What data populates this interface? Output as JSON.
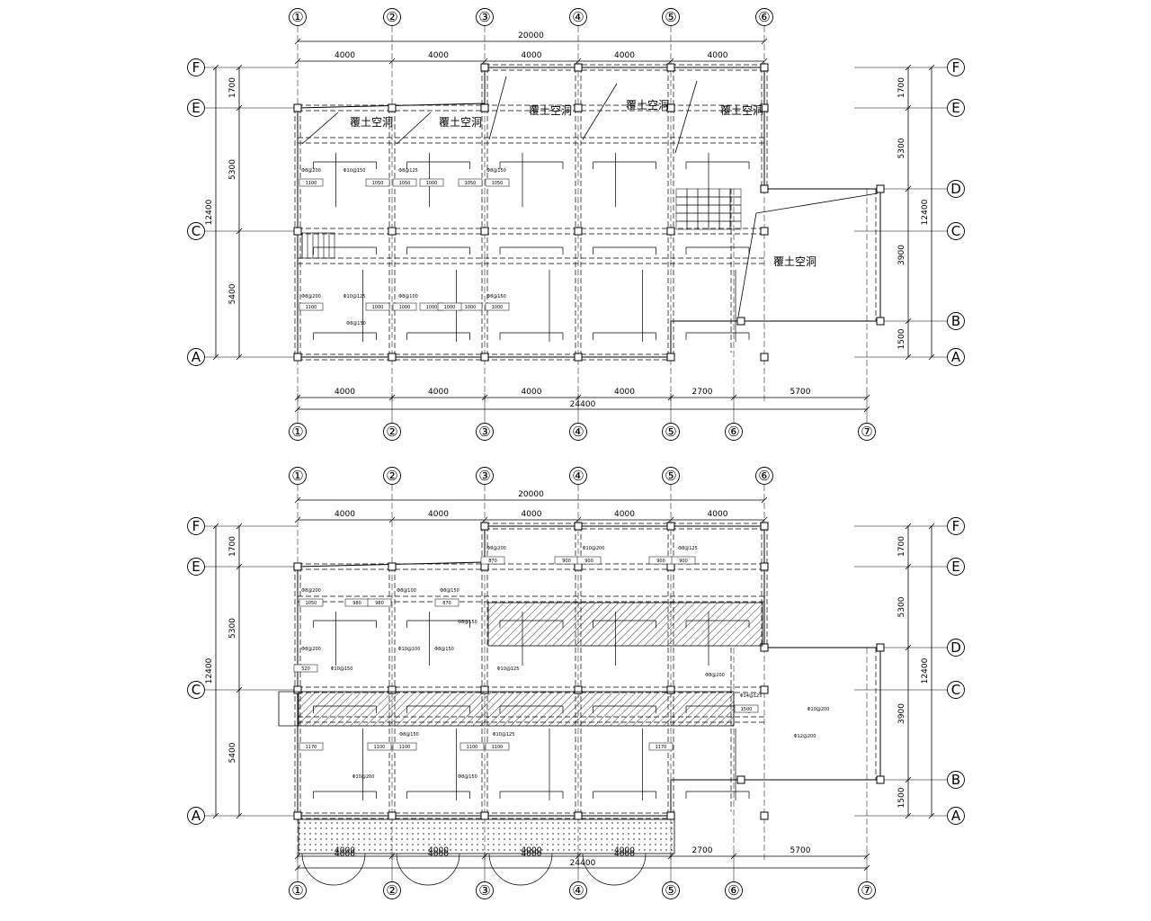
{
  "plans": [
    {
      "top_grid": [
        "①",
        "②",
        "③",
        "④",
        "⑤",
        "⑥"
      ],
      "bottom_grid": [
        "①",
        "②",
        "③",
        "④",
        "⑤",
        "⑥",
        "⑦"
      ],
      "left_rows": [
        "F",
        "E",
        "C",
        "A"
      ],
      "right_rows": [
        "F",
        "E",
        "D",
        "C",
        "B",
        "A"
      ],
      "top_total": "20000",
      "top_spans": [
        "4000",
        "4000",
        "4000",
        "4000",
        "4000"
      ],
      "bottom_spans": [
        "4000",
        "4000",
        "4000",
        "4000",
        "2700",
        "5700"
      ],
      "bottom_total": "24400",
      "left_rows_dims": [
        "1700",
        "5300",
        "5400"
      ],
      "left_total": "12400",
      "right_rows_dims": [
        "1700",
        "5300",
        "3900",
        "1500"
      ],
      "right_total": "12400",
      "cavity_label": "覆土空洞"
    },
    {
      "top_grid": [
        "①",
        "②",
        "③",
        "④",
        "⑤",
        "⑥"
      ],
      "bottom_grid": [
        "①",
        "②",
        "③",
        "④",
        "⑤",
        "⑥",
        "⑦"
      ],
      "left_rows": [
        "F",
        "E",
        "C",
        "A"
      ],
      "right_rows": [
        "F",
        "E",
        "D",
        "C",
        "B",
        "A"
      ],
      "top_total": "20000",
      "top_spans": [
        "4000",
        "4000",
        "4000",
        "4000",
        "4000"
      ],
      "bottom_spans": [
        "4000",
        "4000",
        "4000",
        "4000",
        "2700",
        "5700"
      ],
      "bottom_total": "24400",
      "left_rows_dims": [
        "1700",
        "5300",
        "5400"
      ],
      "left_total": "12400",
      "right_rows_dims": [
        "1700",
        "5300",
        "3900",
        "1500"
      ],
      "right_total": "12400",
      "bottom_inner_spans": [
        "4000",
        "4000",
        "4000",
        "4000"
      ]
    }
  ],
  "rebar": {
    "p1": [
      "Φ8@200",
      "Φ10@150",
      "Φ8@125",
      "Φ8@150",
      "Φ10@125",
      "Φ8@200",
      "Φ8@100",
      "Φ8@150",
      "Φ8@150"
    ],
    "p1_len": [
      "1100",
      "1050",
      "1050",
      "1050",
      "1050",
      "1000",
      "1100",
      "1000",
      "1000",
      "1000",
      "1000",
      "1000",
      "1000"
    ],
    "p2": [
      "Φ8@200",
      "Φ10@200",
      "Φ8@125",
      "Φ8@200",
      "Φ8@100",
      "Φ8@150",
      "Φ8@150",
      "Φ10@150",
      "Φ8@200",
      "Φ10@100",
      "Φ8@150",
      "Φ10@125",
      "Φ8@200",
      "Φ10@200",
      "Φ12@200",
      "Φ14@125",
      "Φ10@125",
      "Φ8@150",
      "Φ8@150",
      "Φ10@200"
    ],
    "p2_len": [
      "870",
      "900",
      "900",
      "900",
      "900",
      "1050",
      "980",
      "980",
      "870",
      "1100",
      "1100",
      "1100",
      "1100",
      "1170",
      "1170",
      "1500",
      "520"
    ]
  }
}
